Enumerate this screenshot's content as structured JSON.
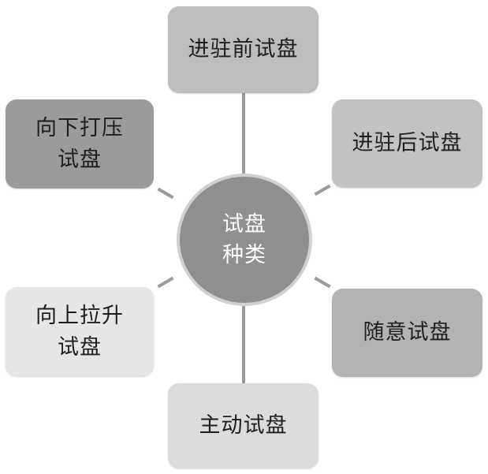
{
  "center": {
    "line1": "试盘",
    "line2": "种类"
  },
  "nodes": {
    "top": {
      "lines": [
        "进驻前试盘"
      ]
    },
    "top_right": {
      "lines": [
        "进驻后试盘"
      ]
    },
    "top_left": {
      "lines": [
        "向下打压",
        "试盘"
      ]
    },
    "bottom_left": {
      "lines": [
        "向上拉升",
        "试盘"
      ]
    },
    "bottom_right": {
      "lines": [
        "随意试盘"
      ]
    },
    "bottom": {
      "lines": [
        "主动试盘"
      ]
    }
  },
  "colors": {
    "center_fill": "#8f8f8f",
    "connector": "#9a9a9a",
    "top": "#bdbdbd",
    "top_right": "#c2c2c2",
    "top_left": "#9b9b9b",
    "bottom_left": "#e6e6e6",
    "bottom_right": "#b3b3b3",
    "bottom": "#dcdcdc"
  }
}
